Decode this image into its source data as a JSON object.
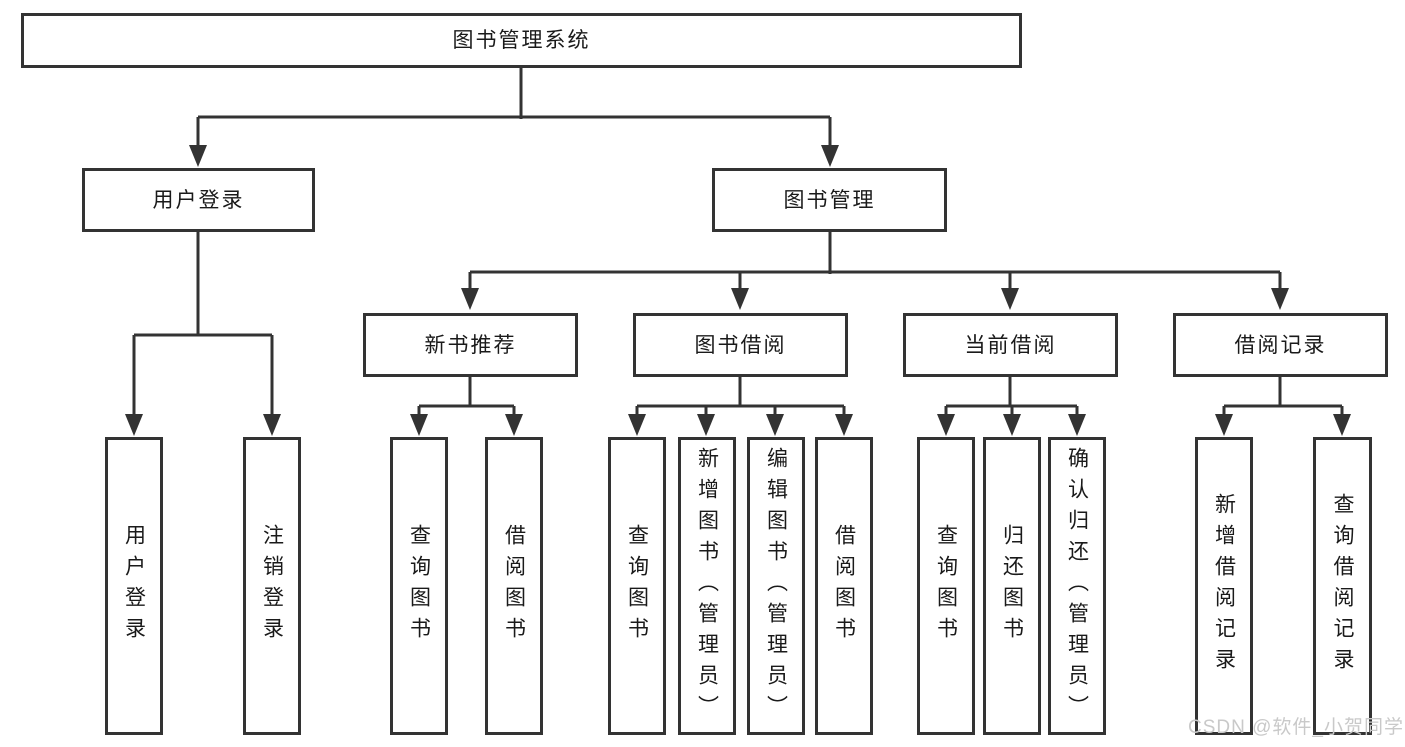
{
  "diagram": {
    "title": "图书管理系统",
    "level2": {
      "user_login": "用户登录",
      "book_mgmt": "图书管理"
    },
    "level3": {
      "new_books": "新书推荐",
      "book_borrow": "图书借阅",
      "current_borrow": "当前借阅",
      "borrow_records": "借阅记录"
    },
    "leaves": {
      "login": "用户登录",
      "logout": "注销登录",
      "nb_query_books": "查询图书",
      "nb_borrow_books": "借阅图书",
      "bw_query_books": "查询图书",
      "bw_add_books": "新增图书（管理员）",
      "bw_edit_books": "编辑图书（管理员）",
      "bw_borrow_books": "借阅图书",
      "cur_query_books": "查询图书",
      "cur_return_books": "归还图书",
      "cur_confirm_return": "确认归还（管理员）",
      "rec_add_record": "新增借阅记录",
      "rec_query_record": "查询借阅记录"
    },
    "watermark": "CSDN @软件_小贺同学",
    "colors": {
      "line": "#333333",
      "text": "#1a1a1a",
      "watermark": "#c9c9c9",
      "background": "#ffffff"
    }
  }
}
